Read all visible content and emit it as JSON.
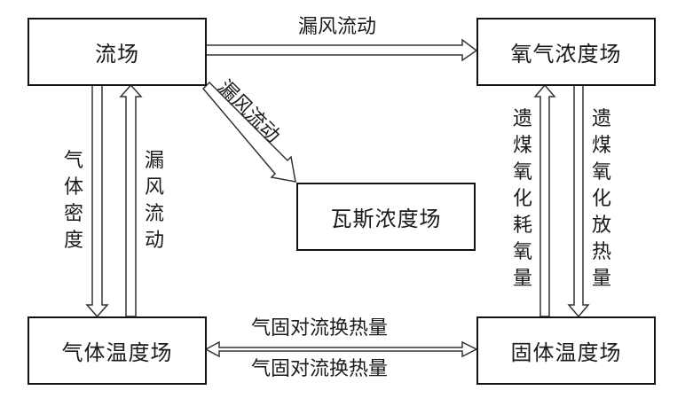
{
  "nodes": {
    "flow_field": "流场",
    "oxygen_field": "氧气浓度场",
    "gas_concentration_field": "瓦斯浓度场",
    "gas_temperature_field": "气体温度场",
    "solid_temperature_field": "固体温度场"
  },
  "edges": {
    "flow_to_oxygen": "漏风流动",
    "flow_to_gas_conc": "漏风流动",
    "flow_to_gas_temp": "气体密度",
    "gas_temp_to_flow": "漏风流动",
    "solid_temp_to_oxygen": "遗煤氧化耗氧量",
    "oxygen_to_solid_temp": "遗煤氧化放热量",
    "gas_solid_top": "气固对流换热量",
    "gas_solid_bottom": "气固对流换热量"
  }
}
